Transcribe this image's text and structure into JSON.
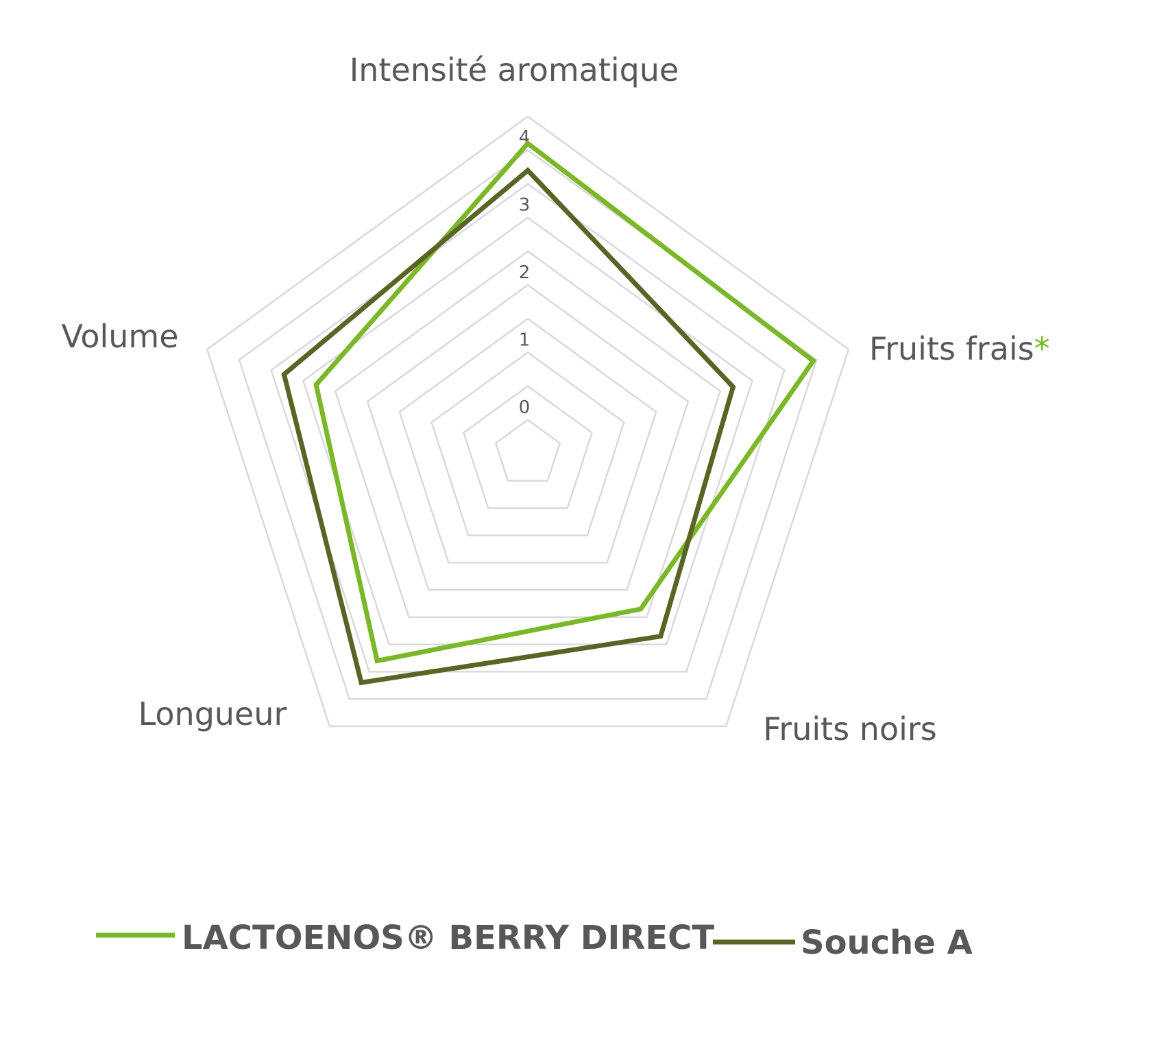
{
  "chart_data": {
    "type": "radar",
    "axes": [
      "Intensité aromatique",
      "Fruits frais",
      "Fruits noirs",
      "Longueur",
      "Volume"
    ],
    "axis_annotation": {
      "Fruits frais": "*"
    },
    "ticks": [
      0,
      1,
      2,
      3,
      4
    ],
    "range": [
      -0.5,
      4.5
    ],
    "grid_step": 0.5,
    "series": [
      {
        "name": "LACTOENOS® BERRY DIRECT",
        "color": "#7ab829",
        "values": [
          4.1,
          3.95,
          2.35,
          3.3,
          2.8
        ]
      },
      {
        "name": "Souche A",
        "color": "#5a6425",
        "values": [
          3.7,
          2.7,
          2.85,
          3.7,
          3.3
        ]
      }
    ],
    "legend": "bottom"
  }
}
